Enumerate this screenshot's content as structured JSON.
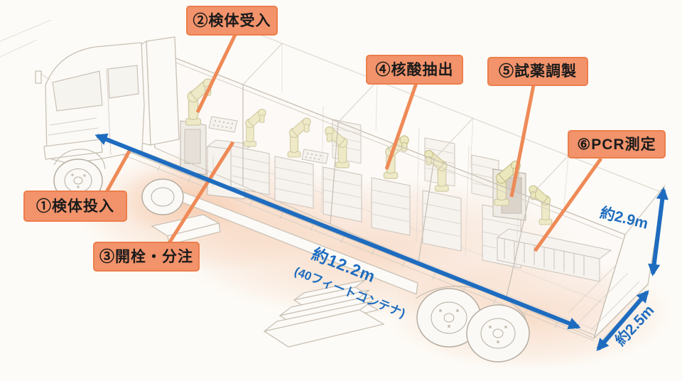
{
  "callouts": [
    {
      "id": "1",
      "label": "①検体投入"
    },
    {
      "id": "2",
      "label": "②検体受入"
    },
    {
      "id": "3",
      "label": "③開栓・分注"
    },
    {
      "id": "4",
      "label": "④核酸抽出"
    },
    {
      "id": "5",
      "label": "⑤試薬調製"
    },
    {
      "id": "6",
      "label": "⑥PCR測定"
    }
  ],
  "dimensions": {
    "length_line1": "約12.2m",
    "length_line2": "(40フィートコンテナ)",
    "height": "約2.9m",
    "depth": "約2.5m"
  },
  "colors": {
    "callout_bg": "#F2936B",
    "callout_border": "#EC7E4C",
    "leader_orange": "#EE8A57",
    "dimension_blue": "#1E6CBF",
    "label_text": "#1B1B1B",
    "robot_arm_yellow": "#ECE8BE",
    "sketch_gray": "#C9C1B5",
    "glow_peach": "#F4C1A0"
  }
}
